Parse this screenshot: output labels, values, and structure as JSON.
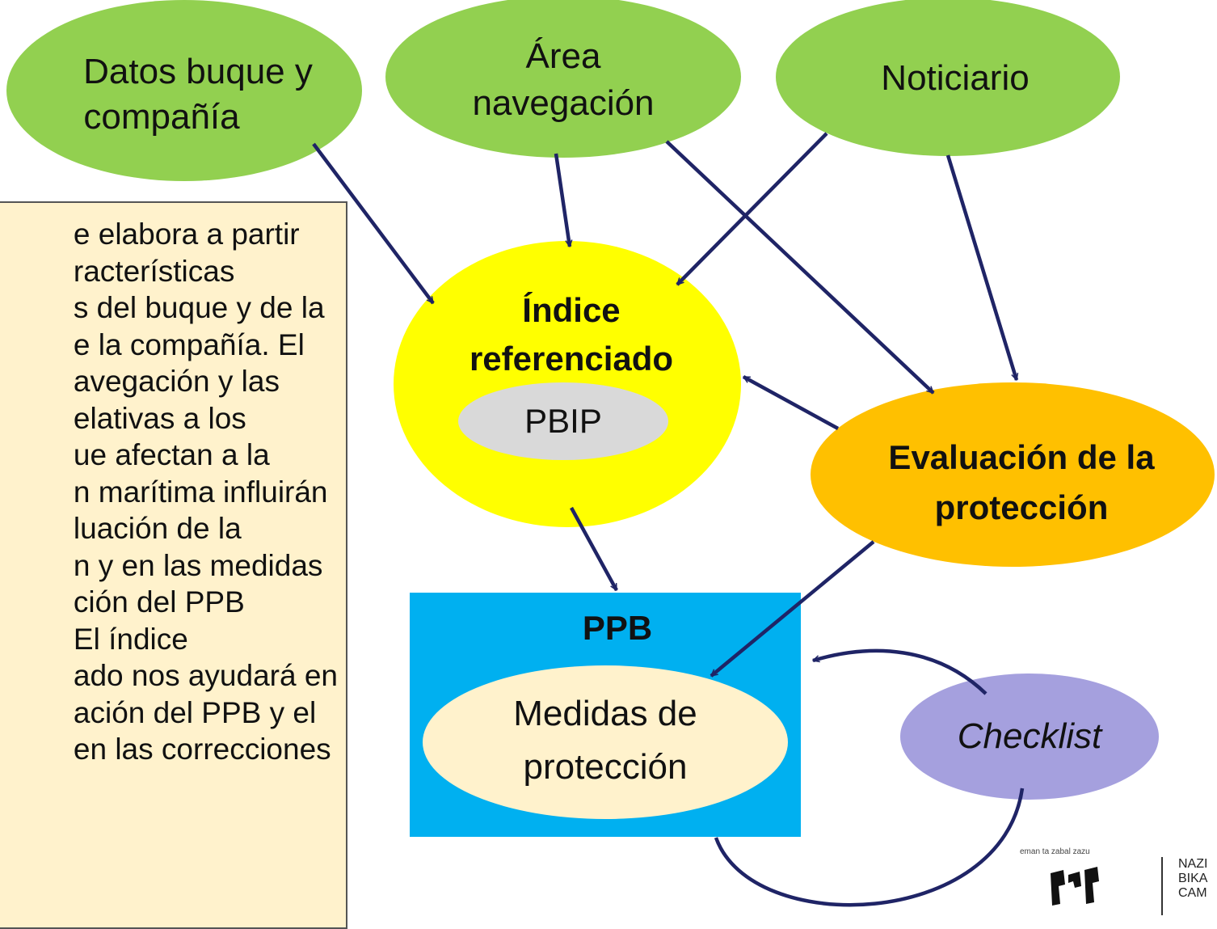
{
  "nodes": {
    "datos": {
      "line1": "Datos buque y",
      "line2": "compañía",
      "fill": "#92d050"
    },
    "area": {
      "line1": "Área",
      "line2": "navegación",
      "fill": "#92d050"
    },
    "noticiario": {
      "label": "Noticiario",
      "fill": "#92d050"
    },
    "indice": {
      "line1": "Índice",
      "line2": "referenciado",
      "fill": "#ffff00"
    },
    "pbip": {
      "label": "PBIP",
      "fill": "#d9d9d9"
    },
    "evaluacion": {
      "line1": "Evaluación de la",
      "line2": "protección",
      "fill": "#ffc000"
    },
    "ppb": {
      "label": "PPB",
      "fill": "#00b0f0"
    },
    "medidas": {
      "line1": "Medidas de",
      "line2": "protección",
      "fill": "#fff2cc"
    },
    "checklist": {
      "label": "Checklist",
      "fill": "#a5a0de"
    }
  },
  "arrow_color": "#1f2466",
  "side_text": {
    "lines": [
      "e elabora a partir",
      "racterísticas",
      "s del buque y de la",
      "e la compañía. El",
      "avegación y las",
      "elativas a los",
      "ue afectan a la",
      "n marítima influirán",
      "luación de la",
      "n y en las medidas",
      "ción del PPB",
      " El índice",
      "ado nos ayudará en",
      "ación del PPB y el",
      "en las correcciones"
    ]
  },
  "logo": {
    "motto": "eman ta zabal zazu",
    "lines": [
      "NAZI",
      "BIKA",
      "CAM"
    ]
  }
}
